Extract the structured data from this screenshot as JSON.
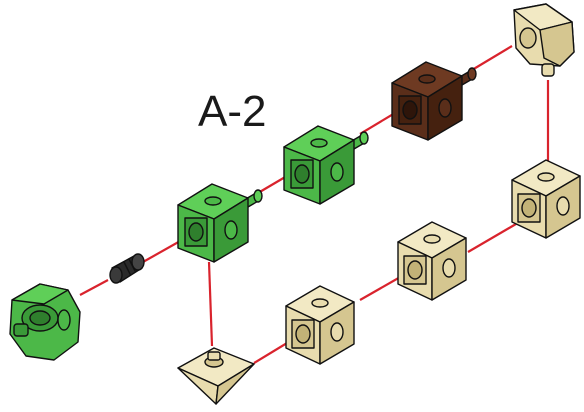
{
  "diagram": {
    "label": "A-2",
    "colors": {
      "green": "#4cb848",
      "green_dark": "#3a9a38",
      "green_light": "#5fcf58",
      "brown": "#5a2e1a",
      "brown_dark": "#45210f",
      "brown_light": "#6e3a22",
      "beige": "#e8dcae",
      "beige_dark": "#d5c690",
      "beige_light": "#f2e9c4",
      "black_part": "#2a2a2a",
      "connector": "#d9232d",
      "outline": "#111111"
    },
    "parts": [
      {
        "name": "green-connector-head",
        "color": "green"
      },
      {
        "name": "black-coupling",
        "color": "black_part"
      },
      {
        "name": "green-cube",
        "color": "green"
      },
      {
        "name": "green-cube",
        "color": "green"
      },
      {
        "name": "brown-cube",
        "color": "brown"
      },
      {
        "name": "beige-end-cap",
        "color": "beige"
      },
      {
        "name": "beige-cube",
        "color": "beige"
      },
      {
        "name": "beige-cube",
        "color": "beige"
      },
      {
        "name": "beige-cube",
        "color": "beige"
      },
      {
        "name": "beige-corner-piece",
        "color": "beige"
      }
    ]
  }
}
